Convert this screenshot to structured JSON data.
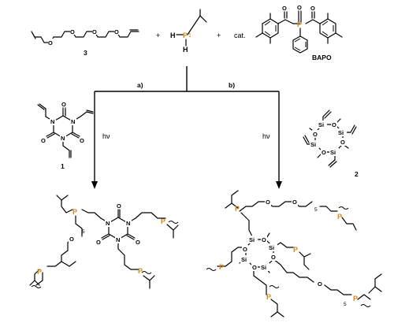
{
  "reagents": {
    "allyl_ether_label": "3",
    "plus1": "+",
    "plus2": "+",
    "phosphine_H_top": "H",
    "phosphine_P": "P",
    "phosphine_H_bottom": "H",
    "catalyst_prefix": "cat.",
    "bapo_label": "BAPO",
    "bapo_P": "P",
    "oxygen": "O"
  },
  "branches": {
    "left_label": "a)",
    "right_label": "b)",
    "hv_left": "hν",
    "hv_right": "hν"
  },
  "comonomers": {
    "triazine_label": "1",
    "siloxane_label": "2",
    "N": "N",
    "Si": "Si"
  },
  "products": {
    "repeat_subscript": "5"
  },
  "colors": {
    "phosphorus": "#d08a1e",
    "bond": "#000000"
  }
}
